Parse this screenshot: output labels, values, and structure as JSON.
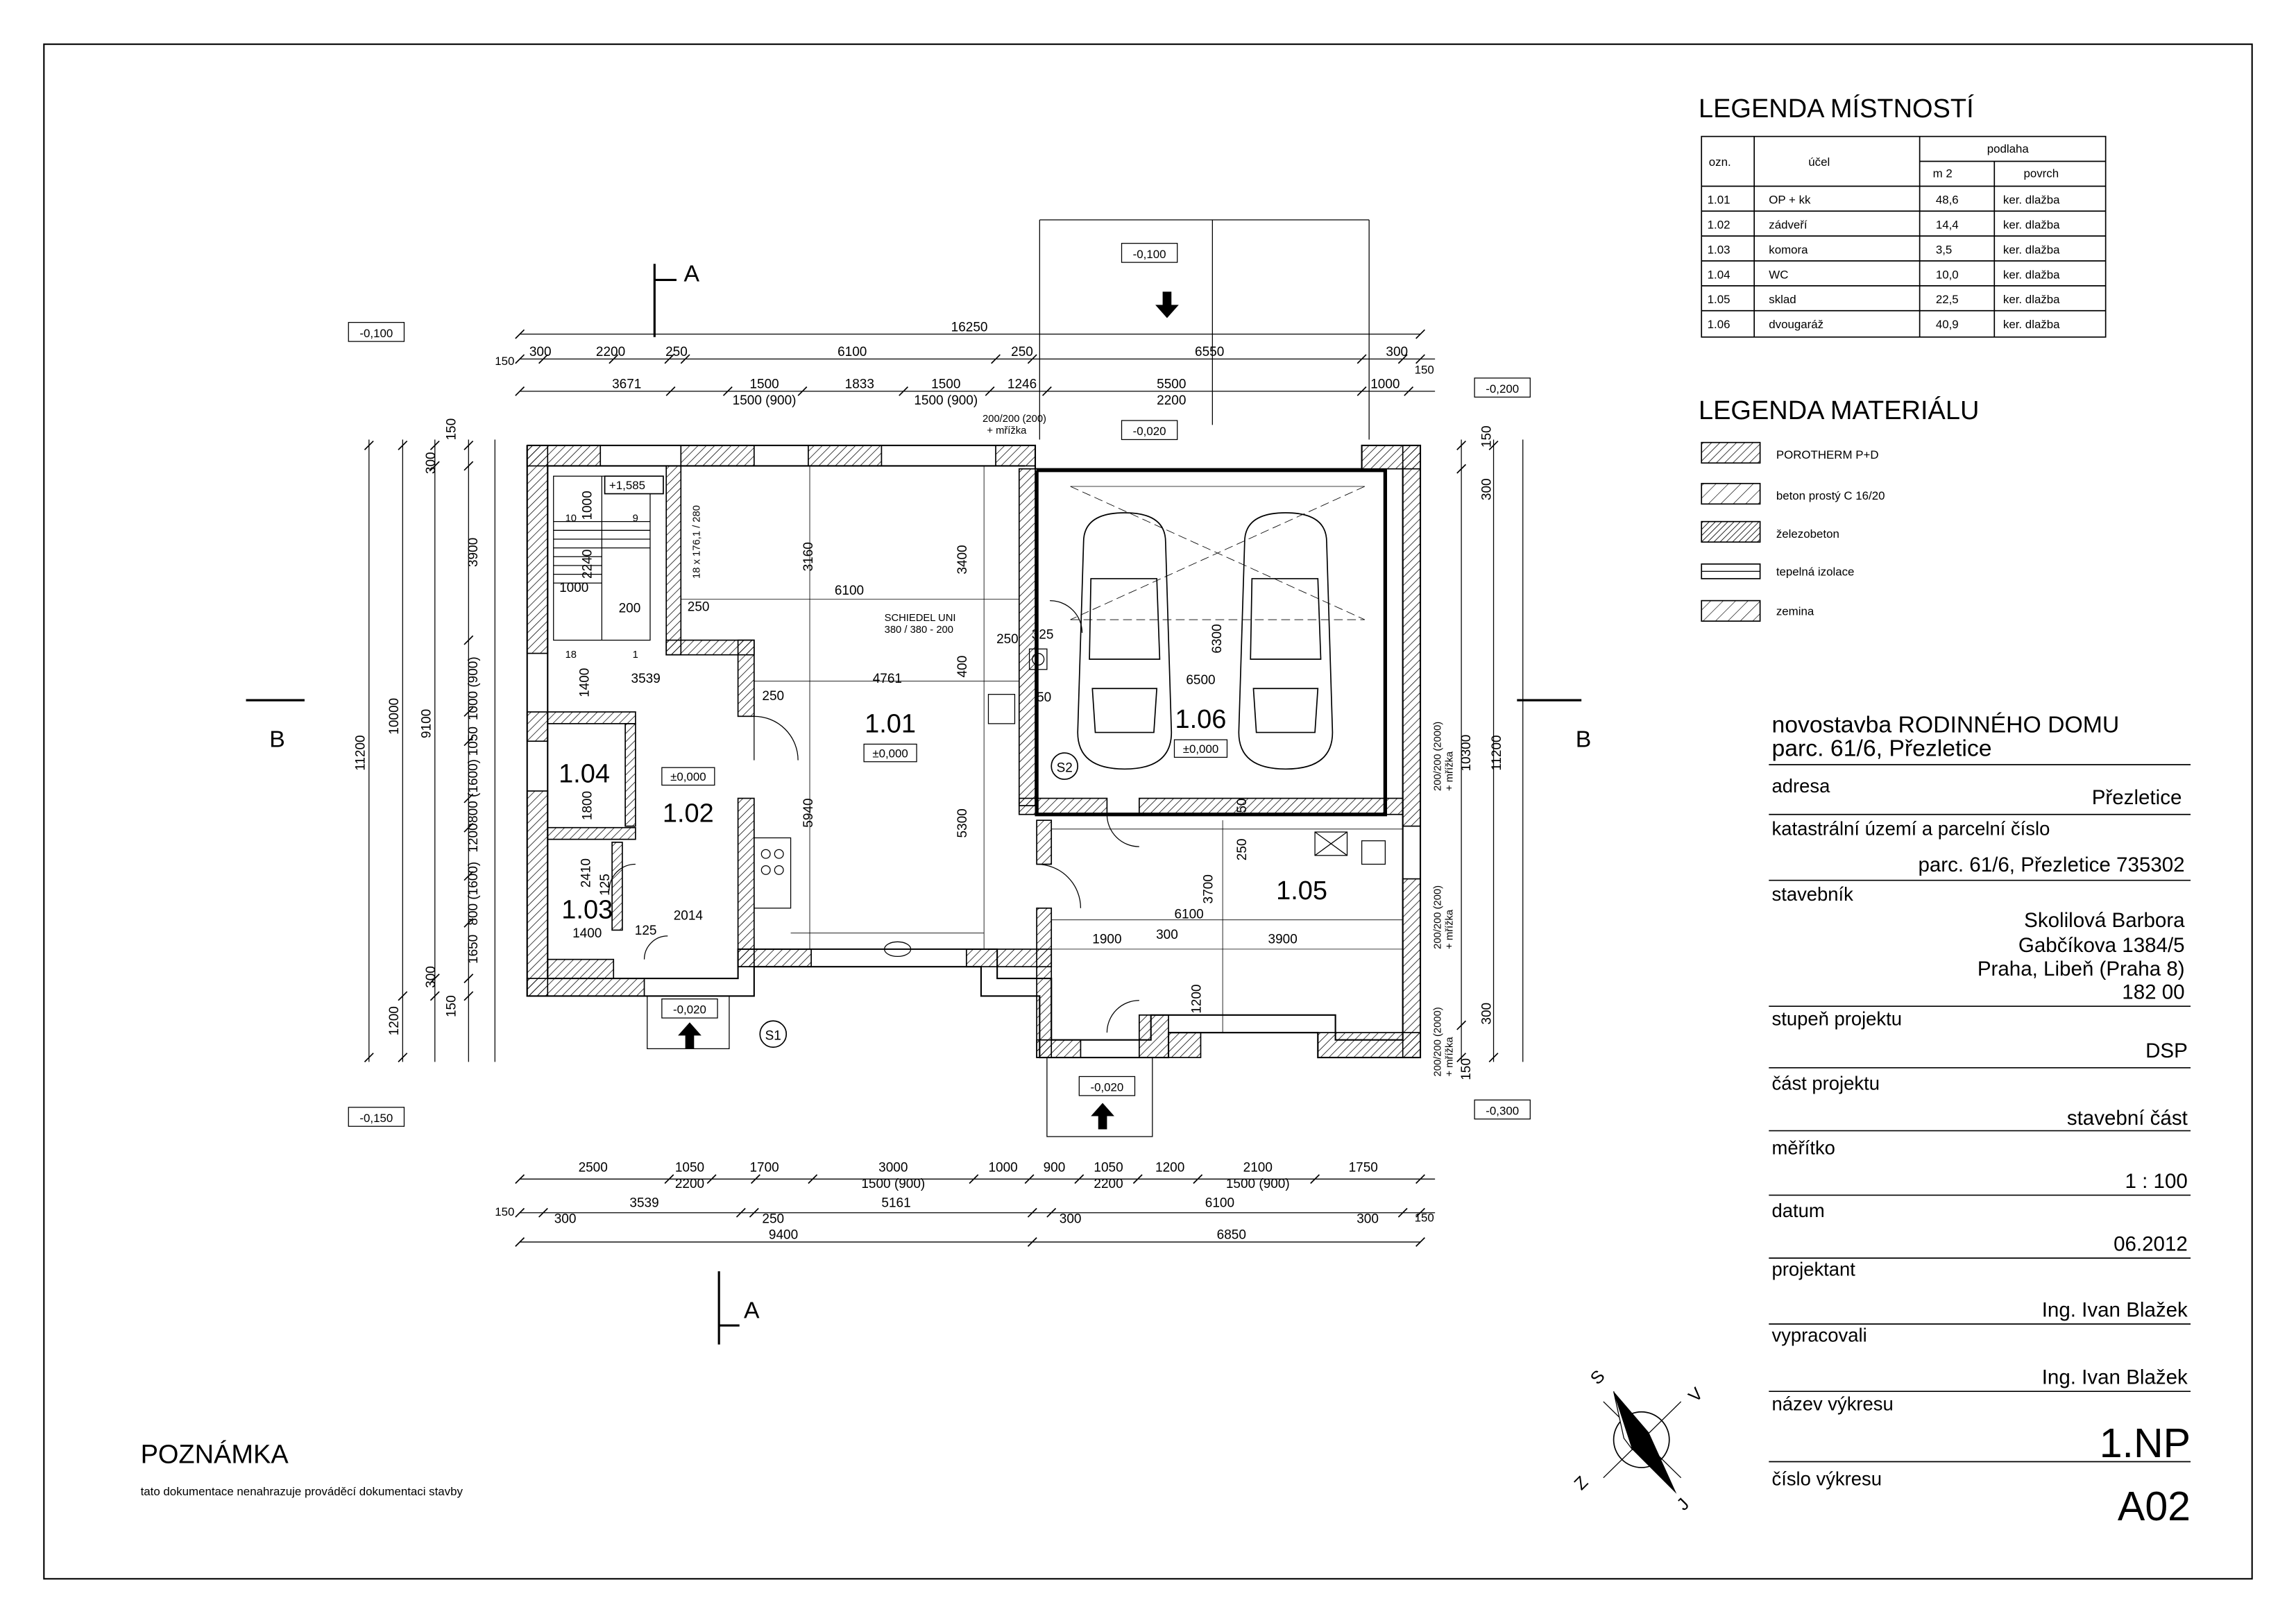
{
  "room_legend": {
    "title": "LEGENDA MÍSTNOSTÍ",
    "headers": {
      "ozn": "ozn.",
      "ucel": "účel",
      "podlaha": "podlaha",
      "m2": "m 2",
      "povrch": "povrch"
    },
    "rows": [
      [
        "1.01",
        "OP + kk",
        "48,6",
        "ker. dlažba"
      ],
      [
        "1.02",
        "zádveří",
        "14,4",
        "ker. dlažba"
      ],
      [
        "1.03",
        "komora",
        "3,5",
        "ker. dlažba"
      ],
      [
        "1.04",
        "WC",
        "10,0",
        "ker. dlažba"
      ],
      [
        "1.05",
        "sklad",
        "22,5",
        "ker. dlažba"
      ],
      [
        "1.06",
        "dvougaráž",
        "40,9",
        "ker. dlažba"
      ]
    ]
  },
  "material_legend": {
    "title": "LEGENDA MATERIÁLU",
    "items": [
      "POROTHERM P+D",
      "beton prostý C 16/20",
      "železobeton",
      "tepelná izolace",
      "zemina"
    ]
  },
  "title_block": {
    "project_line1": "novostavba RODINNÉHO DOMU",
    "project_line2": "parc. 61/6, Přezletice",
    "adresa_label": "adresa",
    "adresa_value": "Přezletice",
    "katastr_label": "katastrální území a parcelní číslo",
    "katastr_value": "parc. 61/6, Přezletice 735302",
    "stavebnik_label": "stavebník",
    "stavebnik_lines": [
      "Skolilová Barbora",
      "Gabčíkova 1384/5",
      "Praha, Libeň (Praha 8)",
      "182 00"
    ],
    "stupen_label": "stupeň projektu",
    "stupen_value": "DSP",
    "cast_label": "část projektu",
    "cast_value": "stavební část",
    "meritko_label": "měřítko",
    "meritko_value": "1 : 100",
    "datum_label": "datum",
    "datum_value": "06.2012",
    "projektant_label": "projektant",
    "projektant_value": "Ing. Ivan Blažek",
    "vypracovali_label": "vypracovali",
    "vypracovali_value": "Ing. Ivan Blažek",
    "nazev_label": "název výkresu",
    "nazev_value": "1.NP",
    "cislo_label": "číslo výkresu",
    "cislo_value": "A02"
  },
  "note": {
    "title": "POZNÁMKA",
    "text": "tato dokumentace nenahrazuje prováděcí dokumentaci stavby"
  },
  "compass": {
    "s": "S",
    "v": "V",
    "j": "J",
    "z": "Z"
  },
  "sections": {
    "a": "A",
    "b": "B"
  },
  "rooms": {
    "r101": {
      "num": "1.01",
      "level": "±0,000"
    },
    "r102": {
      "num": "1.02",
      "level": "±0,000"
    },
    "r103": {
      "num": "1.03"
    },
    "r104": {
      "num": "1.04"
    },
    "r105": {
      "num": "1.05"
    },
    "r106": {
      "num": "1.06",
      "level": "±0,000"
    }
  },
  "levels": {
    "l_ext_tl": "-0,100",
    "l_top": "-0,100",
    "l_ext_tr": "-0,200",
    "l_garage_entry": "-0,020",
    "l_ext_bl": "-0,150",
    "l_ext_br": "-0,300",
    "l_entry1": "-0,020",
    "l_entry2": "-0,020",
    "l_stair": "+1,585"
  },
  "labels": {
    "chimney1": "SCHIEDEL UNI",
    "chimney2": "380 / 380 - 200",
    "stair": "18 x 176,1 / 280",
    "s1": "S1",
    "s2": "S2",
    "win_top": "200/200 (200)",
    "win_top2": "+ mřížka",
    "win_r1": "200/200 (2000)",
    "win_r1b": "+ mřížka",
    "win_r2": "200/200 (200)",
    "win_r2b": "+ mřížka",
    "win_r3": "200/200 (2000)",
    "win_r3b": "+ mřížka"
  },
  "dims": {
    "top1": [
      "300",
      "2200",
      "250",
      "6100",
      "250",
      "6550",
      "300"
    ],
    "top_total": "16250",
    "top_150l": "150",
    "top_150r": "150",
    "top2": [
      "3671",
      "1500",
      "1833",
      "1500",
      "1246",
      "5500",
      "1000"
    ],
    "top2b": [
      "1500 (900)",
      "1500 (900)",
      "2200"
    ],
    "bot1": [
      "2500",
      "1050",
      "1700",
      "3000",
      "1000",
      "900",
      "1050",
      "1200",
      "2100",
      "1750"
    ],
    "bot1b": [
      "2200",
      "1500 (900)",
      "2200",
      "1500 (900)"
    ],
    "bot2": [
      "300",
      "3539",
      "250",
      "5161",
      "300",
      "6100",
      "300"
    ],
    "bot_150l": "150",
    "bot_150r": "150",
    "bot3": [
      "9400",
      "6850"
    ],
    "left1": [
      "150",
      "300",
      "3900",
      "1000 (900)",
      "1050",
      "800 (1600)",
      "1200",
      "800 (1600)",
      "1650",
      "300",
      "150"
    ],
    "left2": [
      "10000",
      "9100"
    ],
    "left_total": "11200",
    "left_1200": "1200",
    "right1": [
      "150",
      "300",
      "10300",
      "300",
      "150"
    ],
    "right_total": "11200",
    "inner": [
      "1000",
      "2240",
      "1000",
      "200",
      "250",
      "1400",
      "3539",
      "3160",
      "6100",
      "3400",
      "4761",
      "250",
      "400",
      "250",
      "325",
      "50",
      "6500",
      "6300",
      "5940",
      "5300",
      "2410",
      "125",
      "1400",
      "125",
      "2014",
      "1800",
      "50",
      "3700",
      "250",
      "6100",
      "1900",
      "300",
      "3900",
      "1200",
      "10",
      "9",
      "18",
      "1"
    ]
  }
}
